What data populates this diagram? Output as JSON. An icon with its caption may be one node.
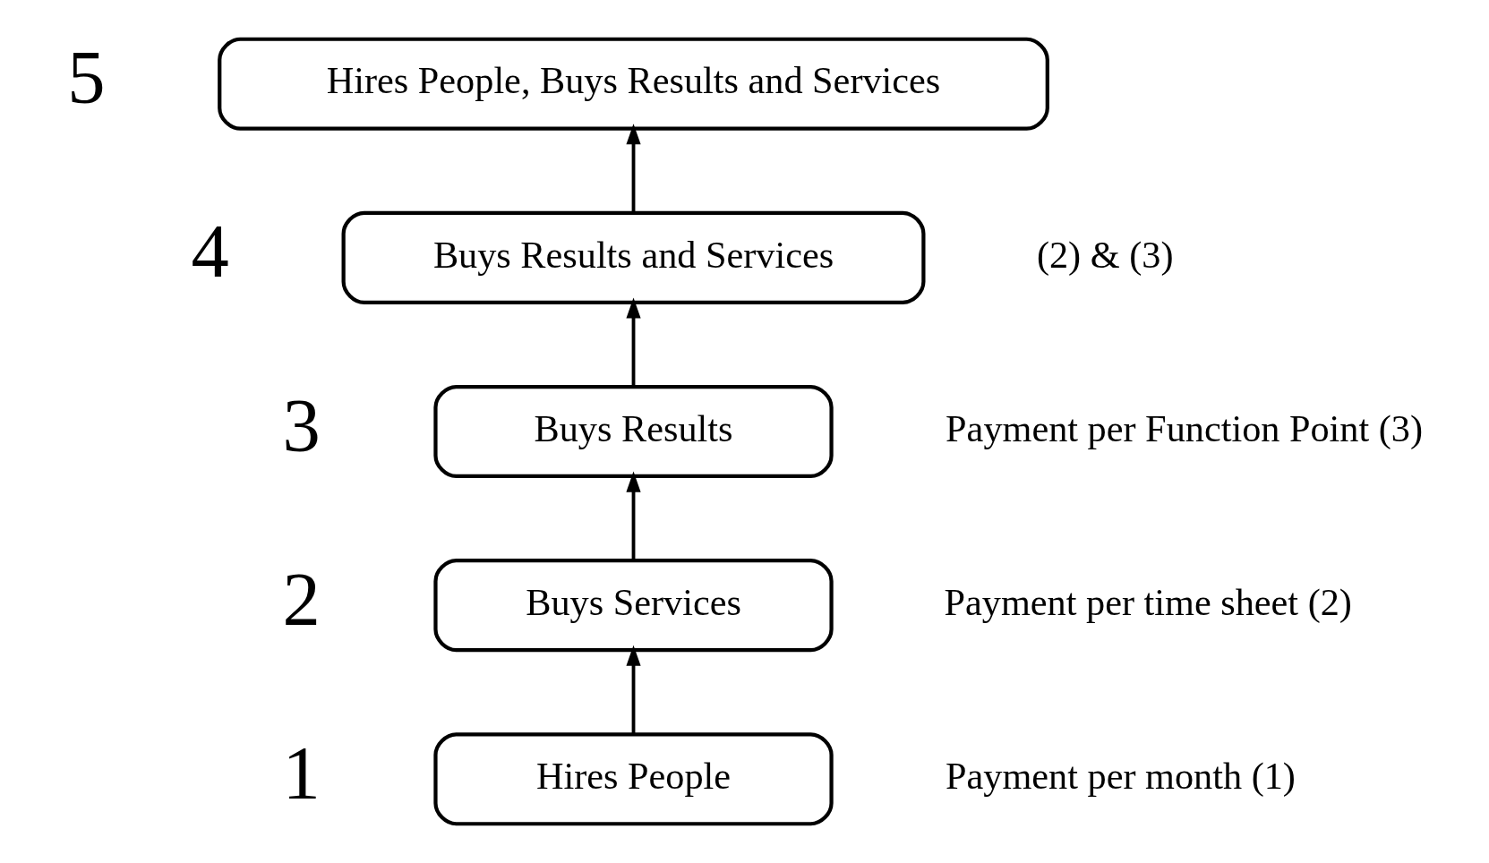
{
  "diagram": {
    "nodes": [
      {
        "text": [
          "Hires People"
        ],
        "beside": [
          "1",
          "Payment per month (1)"
        ]
      },
      {
        "text": [
          "Buys Services"
        ],
        "beside": [
          "2",
          "Payment per time sheet (2)"
        ]
      },
      {
        "text": [
          "Buys Results"
        ],
        "beside": [
          "3",
          "Payment per Function Point (3)"
        ]
      },
      {
        "text": [
          "Buys Results and Services"
        ],
        "beside": [
          "4",
          "(2) & (3)"
        ]
      },
      {
        "text": [
          "Hires People, Buys Results and Services"
        ],
        "beside": [
          "5"
        ]
      }
    ],
    "edges": [
      {
        "from": 0,
        "to": 1,
        "arrow": "to"
      },
      {
        "from": 1,
        "to": 2,
        "arrow": "to"
      },
      {
        "from": 2,
        "to": 3,
        "arrow": "to"
      },
      {
        "from": 3,
        "to": 4,
        "arrow": "to"
      }
    ]
  }
}
